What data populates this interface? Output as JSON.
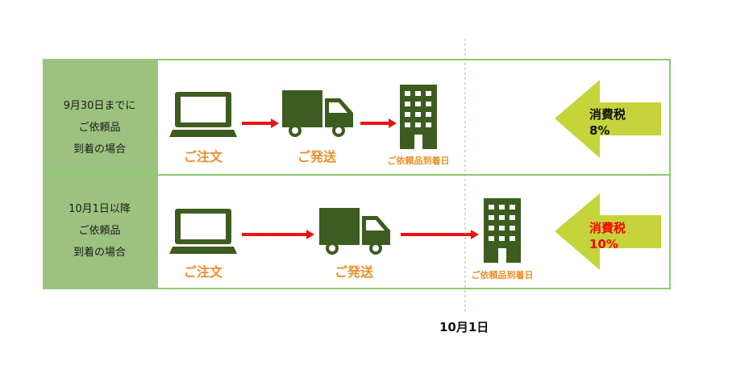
{
  "rows": [
    {
      "label_lines": [
        "9月30日までに",
        "ご依頼品",
        "到着の場合"
      ],
      "steps": {
        "order": "ご注文",
        "ship": "ご発送",
        "arrival": "ご依頼品到着日"
      },
      "tax": {
        "title": "消費税",
        "rate": "8%"
      }
    },
    {
      "label_lines": [
        "10月1日以降",
        "ご依頼品",
        "到着の場合"
      ],
      "steps": {
        "order": "ご注文",
        "ship": "ご発送",
        "arrival": "ご依頼品到着日"
      },
      "tax": {
        "title": "消費税",
        "rate": "10%"
      }
    }
  ],
  "divider_date": "10月1日",
  "colors": {
    "icon_green": "#3d5c1f",
    "label_panel": "#9cc280",
    "frame": "#8ccb72",
    "arrow_red": "#ee1111",
    "caption_orange": "#e8902a",
    "tax_arrow": "#c5d43a",
    "tax_highlight": "#ff0000"
  }
}
